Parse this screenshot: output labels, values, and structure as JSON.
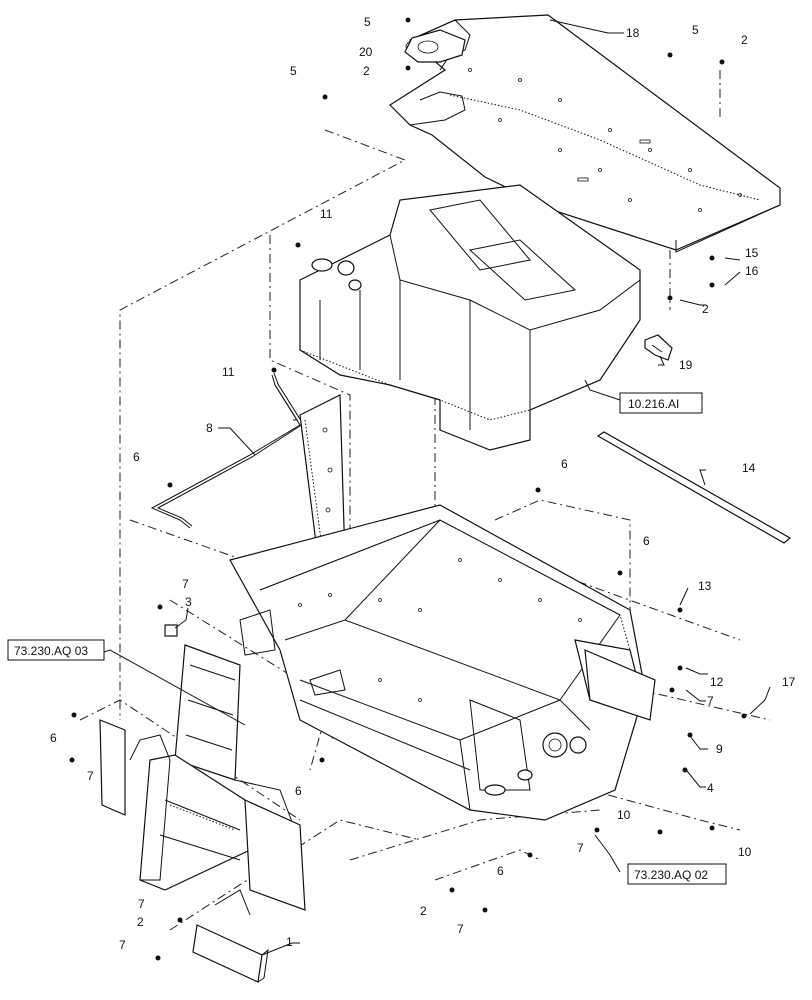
{
  "callouts": [
    "1",
    "2",
    "3",
    "4",
    "5",
    "6",
    "7",
    "8",
    "9",
    "10",
    "11",
    "12",
    "13",
    "14",
    "15",
    "16",
    "17",
    "18",
    "19",
    "20"
  ],
  "references": {
    "tank": "10.216.AI",
    "ladder_left": "73.230.AQ 03",
    "ladder_right": "73.230.AQ 02"
  }
}
